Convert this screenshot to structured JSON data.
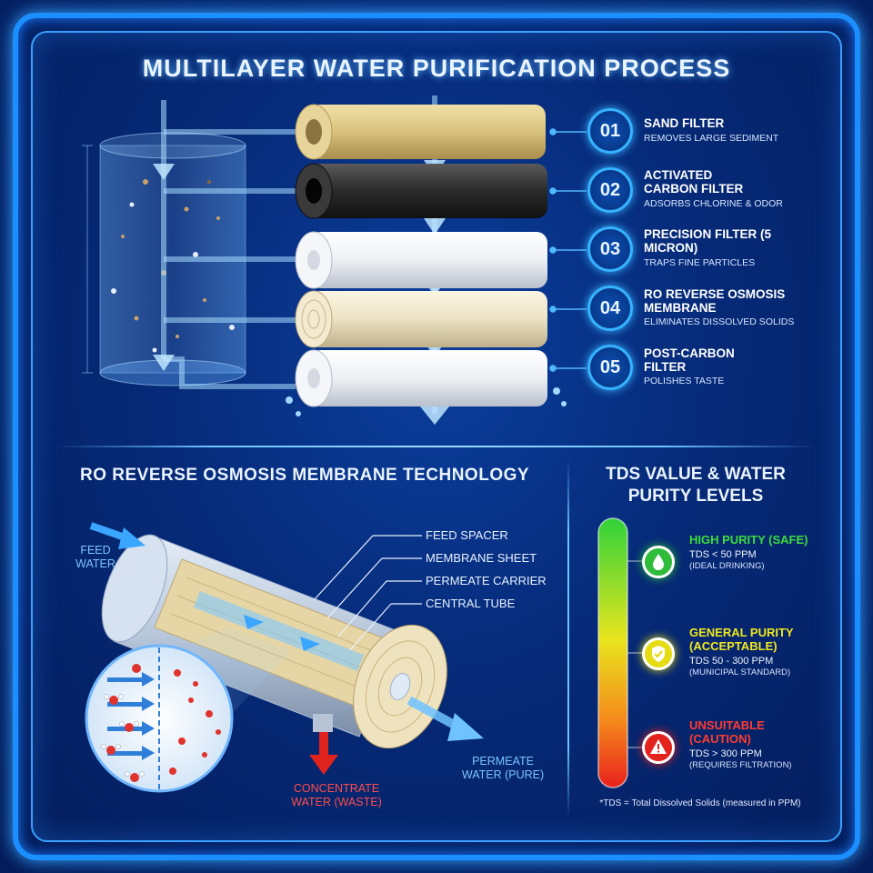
{
  "title": "MULTILAYER WATER PURIFICATION PROCESS",
  "stages": [
    {
      "number": "01",
      "title": "SAND FILTER",
      "description": "REMOVES LARGE SEDIMENT",
      "icon": "sand-filter-cartridge"
    },
    {
      "number": "02",
      "title": "ACTIVATED CARBON FILTER",
      "description": "ADSORBS CHLORINE & ODOR",
      "icon": "carbon-filter-cartridge"
    },
    {
      "number": "03",
      "title": "PRECISION FILTER (5 MICRON)",
      "description": "TRAPS FINE PARTICLES",
      "icon": "pp-filter-cartridge"
    },
    {
      "number": "04",
      "title": "RO REVERSE OSMOSIS MEMBRANE",
      "description": "ELIMINATES DISSOLVED SOLIDS",
      "icon": "ro-membrane-cartridge"
    },
    {
      "number": "05",
      "title": "POST-CARBON FILTER",
      "description": "POLISHES TASTE",
      "icon": "post-carbon-cartridge"
    }
  ],
  "ro_section": {
    "title": "RO REVERSE OSMOSIS MEMBRANE TECHNOLOGY",
    "layers": [
      "FEED SPACER",
      "MEMBRANE SHEET",
      "PERMEATE CARRIER",
      "CENTRAL TUBE"
    ],
    "feed_label": "FEED WATER",
    "concentrate_label": "CONCENTRATE WATER (WASTE)",
    "permeate_label": "PERMEATE WATER (PURE)"
  },
  "tds_section": {
    "title": "TDS VALUE & WATER PURITY LEVELS",
    "levels": [
      {
        "title": "HIGH PURITY (SAFE)",
        "range": "TDS < 50 PPM",
        "note": "(IDEAL DRINKING)",
        "color": "#3ddc3d",
        "icon": "water-drop-icon"
      },
      {
        "title": "GENERAL PURITY (ACCEPTABLE)",
        "range": "TDS 50 - 300 PPM",
        "note": "(MUNICIPAL STANDARD)",
        "color": "#f2e81e",
        "icon": "check-shield-icon"
      },
      {
        "title": "UNSUITABLE (CAUTION)",
        "range": "TDS > 300 PPM",
        "note": "(REQUIRES FILTRATION)",
        "color": "#ff3b30",
        "icon": "warning-icon"
      }
    ],
    "footnote": "*TDS = Total Dissolved Solids (measured in PPM)"
  },
  "colors": {
    "accent": "#1b8fff",
    "background": "#062a78",
    "good": "#3ddc3d",
    "medium": "#f2e81e",
    "bad": "#ff3b30"
  }
}
